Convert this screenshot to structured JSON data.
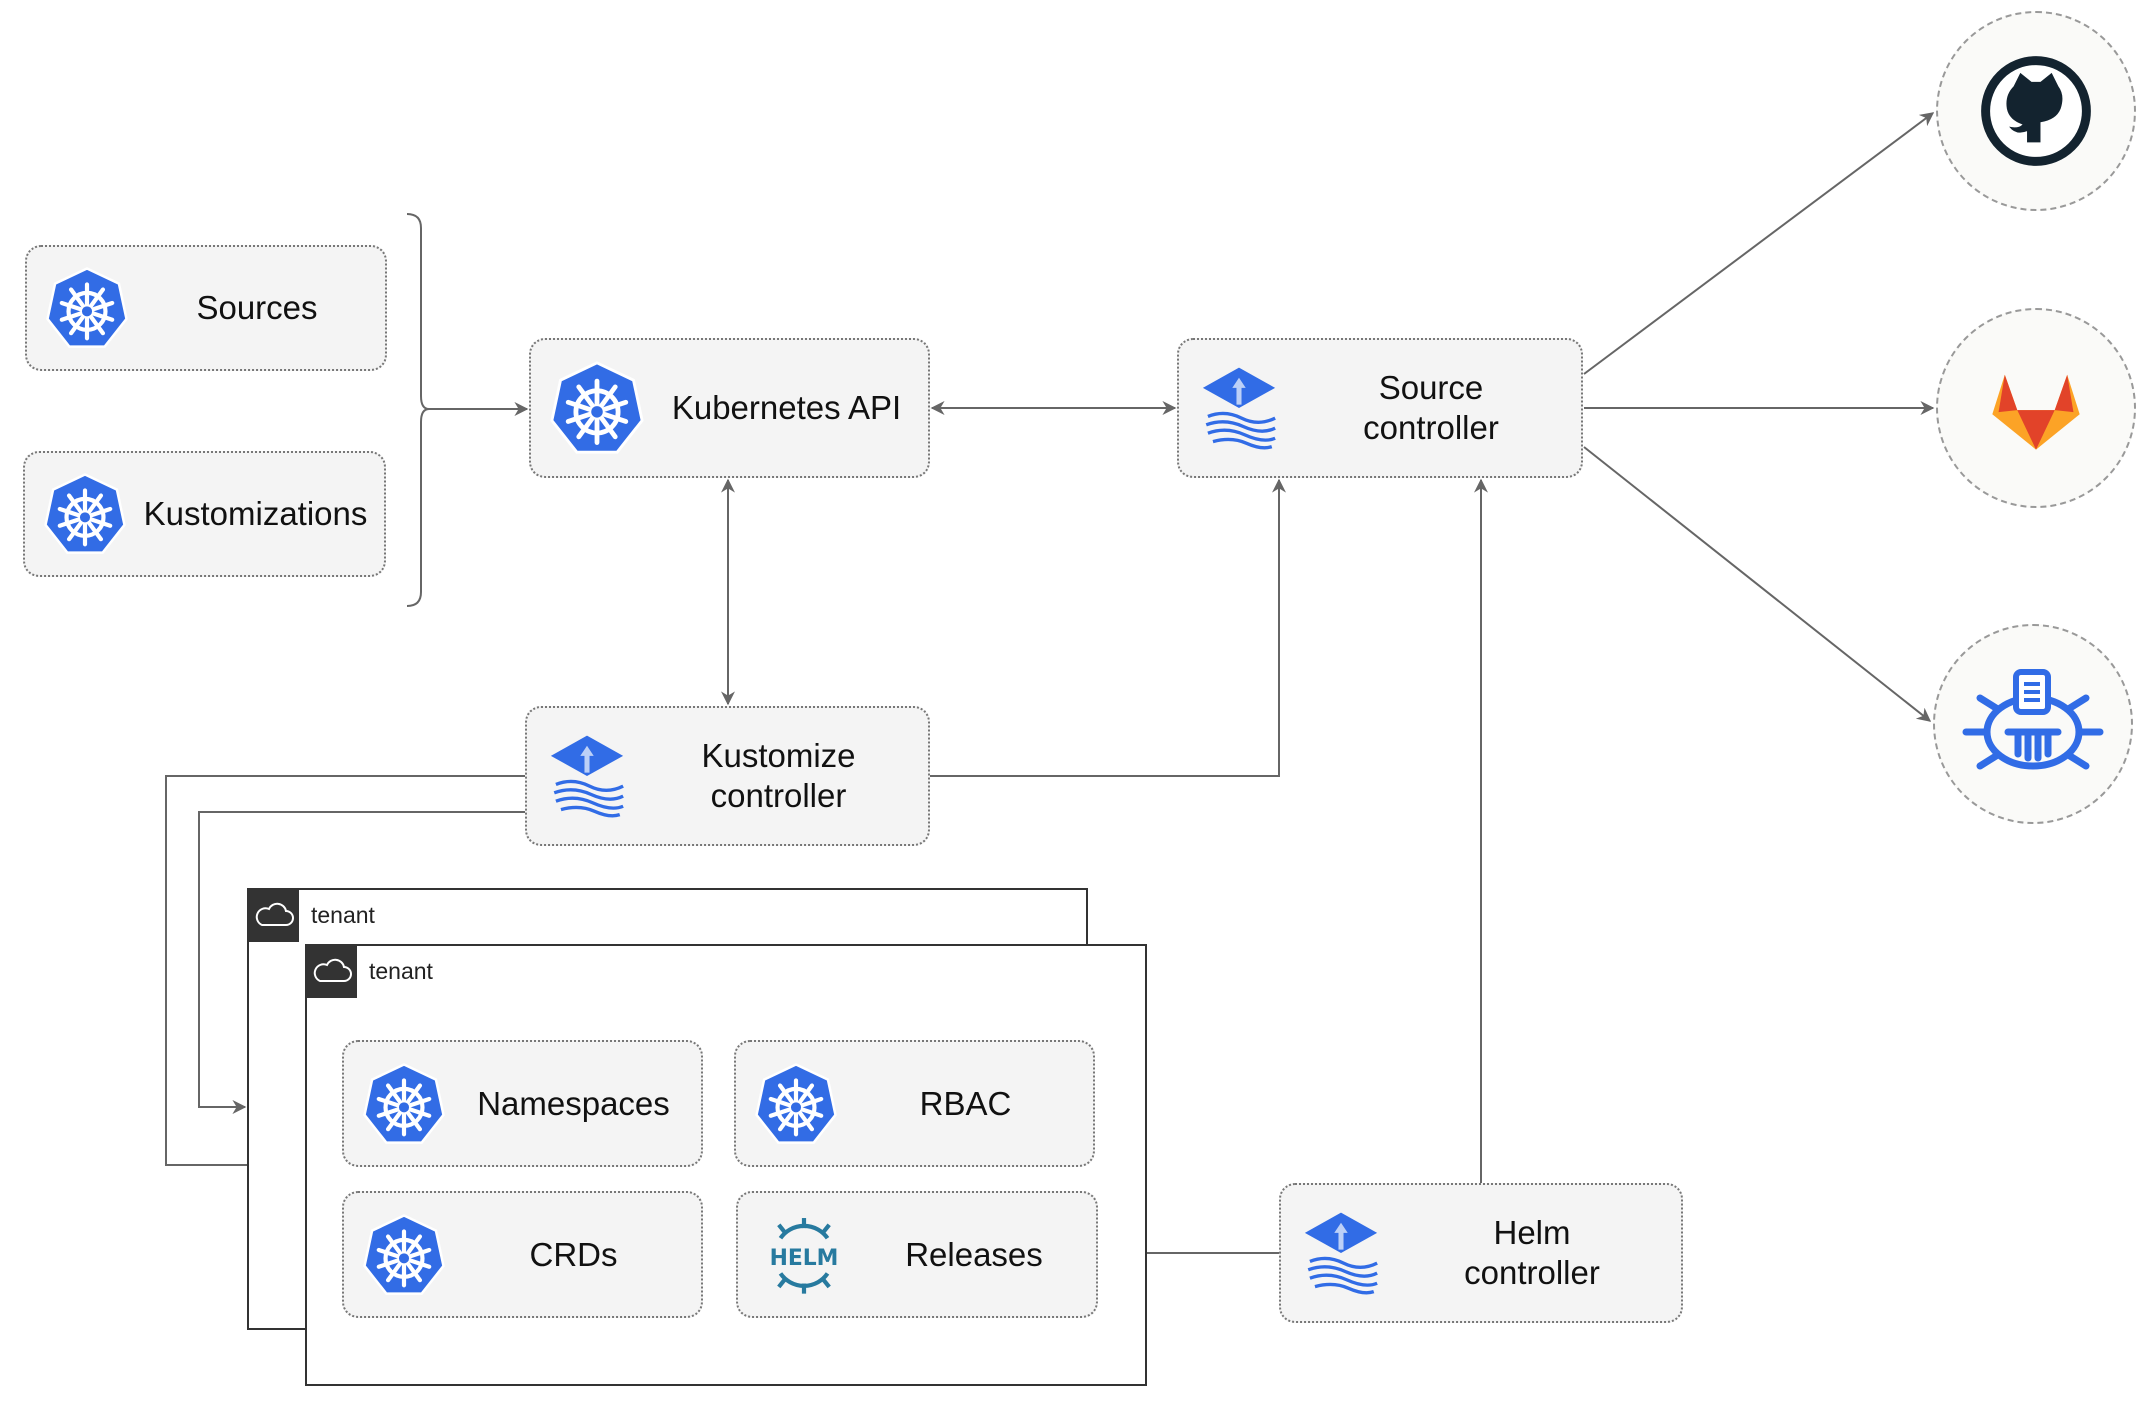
{
  "nodes": {
    "sources": "Sources",
    "kustomizations": "Kustomizations",
    "kubernetes_api": "Kubernetes API",
    "source_controller": "Source\ncontroller",
    "kustomize_controller": "Kustomize\ncontroller",
    "helm_controller": "Helm\ncontroller",
    "namespaces": "Namespaces",
    "rbac": "RBAC",
    "crds": "CRDs",
    "releases": "Releases"
  },
  "tenants": [
    "tenant",
    "tenant"
  ],
  "helm_logo_text": "HELM",
  "external_sources": [
    "github-icon",
    "gitlab-icon",
    "helm-repository-icon"
  ],
  "colors": {
    "k8s_blue": "#326ce5",
    "flux_blue": "#316ce6",
    "gitlab_orange": "#e24329",
    "github_dark": "#13232f",
    "helm_teal": "#277a9f"
  }
}
